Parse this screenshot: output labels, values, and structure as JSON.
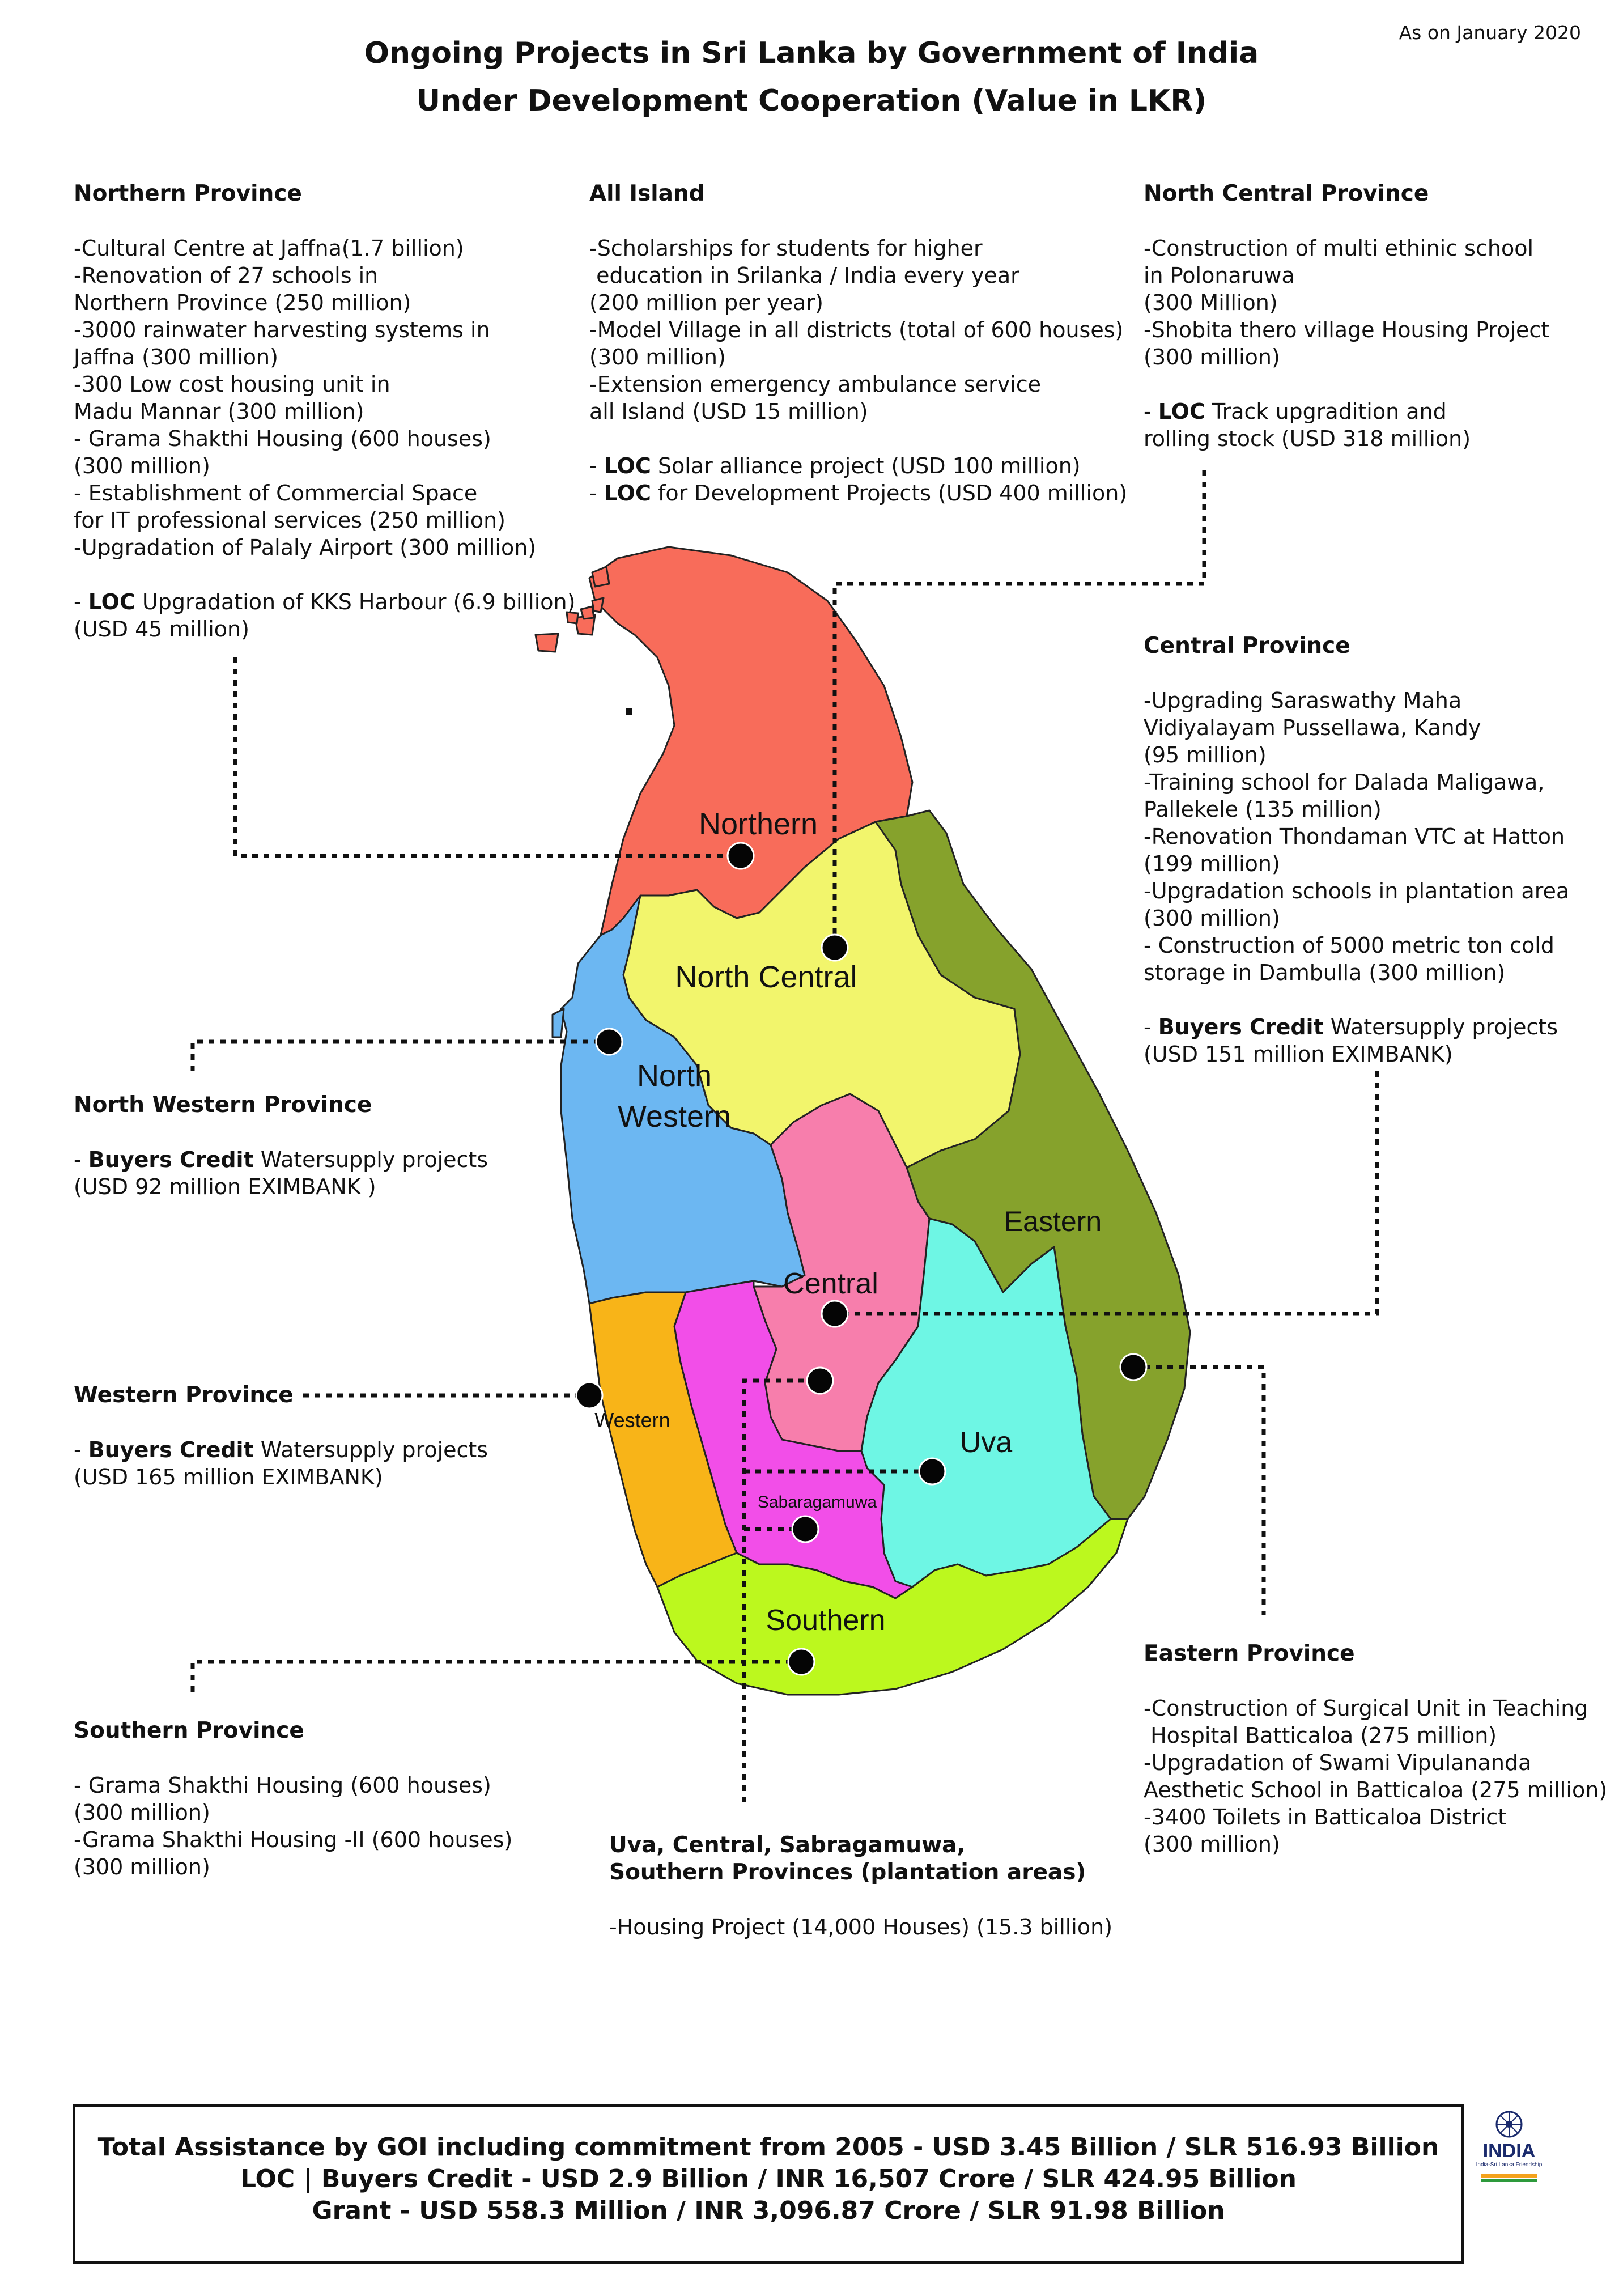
{
  "header": {
    "title_line1": "Ongoing Projects in Sri Lanka by Government of India",
    "title_line2": "Under Development Cooperation (Value in LKR)",
    "as_on": "As on January 2020"
  },
  "northern": {
    "heading": "Northern Province",
    "lines": [
      "-Cultural Centre at Jaffna(1.7 billion)",
      "-Renovation of 27 schools in",
      "Northern Province (250 million)",
      "-3000 rainwater harvesting systems in",
      "Jaffna (300 million)",
      "-300 Low cost housing unit in",
      "Madu Mannar (300 million)",
      "- Grama Shakthi Housing (600 houses)",
      "(300 million)",
      "- Establishment of Commercial Space",
      "for IT professional services (250 million)",
      "-Upgradation of Palaly Airport (300 million)",
      "",
      "- LOC Upgradation of KKS Harbour (6.9 billion)",
      "(USD 45 million)"
    ]
  },
  "all_island": {
    "heading": "All Island",
    "lines": [
      "-Scholarships for students for higher",
      " education in Srilanka / India every year",
      "(200 million per year)",
      "-Model Village in all districts (total of 600 houses)",
      "(300 million)",
      "-Extension emergency ambulance service",
      "all Island (USD 15 million)",
      "",
      "- LOC Solar alliance project (USD 100 million)",
      "- LOC for Development Projects (USD 400 million)"
    ]
  },
  "north_central": {
    "heading": "North Central Province",
    "lines": [
      "-Construction of multi ethinic school",
      "in Polonaruwa",
      "(300 Million)",
      "-Shobita thero village Housing Project",
      "(300 million)",
      "",
      "- LOC Track upgradition and",
      "rolling stock (USD 318 million)"
    ]
  },
  "central": {
    "heading": "Central Province",
    "lines": [
      "-Upgrading Saraswathy Maha",
      "Vidiyalayam Pussellawa, Kandy",
      "(95 million)",
      "-Training school for Dalada Maligawa,",
      "Pallekele (135 million)",
      "-Renovation Thondaman VTC at Hatton",
      "(199 million)",
      "-Upgradation schools in plantation area",
      "(300 million)",
      "- Construction of 5000 metric ton cold",
      "storage in Dambulla (300 million)",
      "",
      "- Buyers Credit Watersupply projects",
      "(USD 151 million EXIMBANK)"
    ]
  },
  "north_western": {
    "heading": "North Western Province",
    "lines": [
      "- Buyers Credit Watersupply projects",
      "(USD 92 million EXIMBANK )"
    ]
  },
  "western": {
    "heading": "Western Province",
    "lines": [
      "- Buyers Credit Watersupply projects",
      "(USD 165 million EXIMBANK)"
    ]
  },
  "southern": {
    "heading": "Southern Province",
    "lines": [
      "- Grama Shakthi Housing (600 houses)",
      "(300 million)",
      "-Grama Shakthi Housing -II (600 houses)",
      "(300 million)"
    ]
  },
  "eastern": {
    "heading": "Eastern Province",
    "lines": [
      "-Construction of Surgical Unit in Teaching",
      " Hospital Batticaloa (275 million)",
      "-Upgradation of Swami Vipulananda",
      "Aesthetic School in Batticaloa (275 million)",
      "-3400 Toilets in Batticaloa District",
      "(300 million)"
    ]
  },
  "plantation": {
    "heading_line1": "Uva, Central, Sabragamuwa,",
    "heading_line2": "Southern Provinces (plantation areas)",
    "lines": [
      "-Housing Project (14,000 Houses) (15.3 billion)"
    ]
  },
  "map_labels": {
    "northern": "Northern",
    "north_central": "North Central",
    "north_western_1": "North",
    "north_western_2": "Western",
    "eastern": "Eastern",
    "central": "Central",
    "uva": "Uva",
    "western": "Western",
    "sabaragamuwa": "Sabaragamuwa",
    "southern": "Southern"
  },
  "colors": {
    "northern": "#f86c5a",
    "north_central": "#f2f56c",
    "north_western": "#6cb7f2",
    "eastern": "#86a22c",
    "central": "#f77eac",
    "uva": "#6ef6e4",
    "western": "#f8b418",
    "sabaragamuwa": "#f24ee8",
    "southern": "#bcf81e"
  },
  "footer": {
    "line1": "Total Assistance by GOI including commitment from 2005 - USD 3.45 Billion / SLR 516.93 Billion",
    "line2": "LOC | Buyers Credit - USD 2.9 Billion / INR 16,507 Crore / SLR 424.95 Billion",
    "line3": "Grant - USD 558.3 Million / INR 3,096.87 Crore / SLR 91.98 Billion"
  },
  "logo": {
    "word": "INDIA",
    "tagline": "India-Sri Lanka Friendship"
  }
}
